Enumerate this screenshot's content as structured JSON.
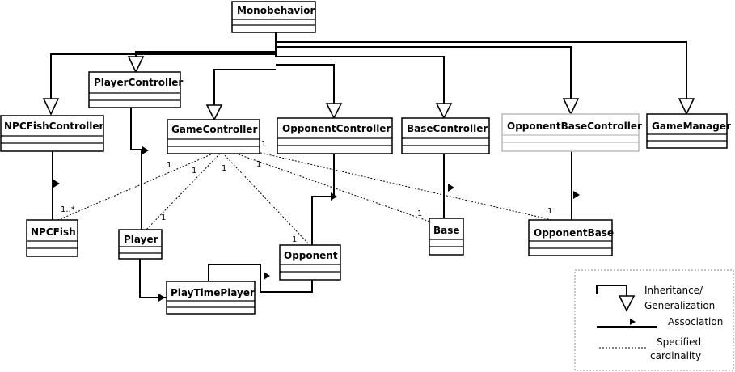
{
  "classes": {
    "monobehavior": "Monobehavior",
    "player_controller": "PlayerController",
    "npc_fish_controller": "NPCFishController",
    "game_controller": "GameController",
    "opponent_controller": "OpponentController",
    "base_controller": "BaseController",
    "opponent_base_controller": "OpponentBaseController",
    "game_manager": "GameManager",
    "npc_fish": "NPCFish",
    "player": "Player",
    "opponent": "Opponent",
    "base": "Base",
    "opponent_base": "OpponentBase",
    "play_time_player": "PlayTimePlayer"
  },
  "cardinalities": {
    "gc_one": "1",
    "gc_npcfish_gc": "1",
    "npcfish_many": "1..*",
    "gc_player": "1",
    "player_one": "1",
    "gc_opponent": "1",
    "opponent_one": "1",
    "gc_base": "1",
    "base_one": "1",
    "opponent_base_one": "1"
  },
  "legend": {
    "inheritance_line1": "Inheritance/",
    "inheritance_line2": "Generalization",
    "association": "Association",
    "specified_line1": "Specified",
    "specified_line2": "cardinality"
  }
}
